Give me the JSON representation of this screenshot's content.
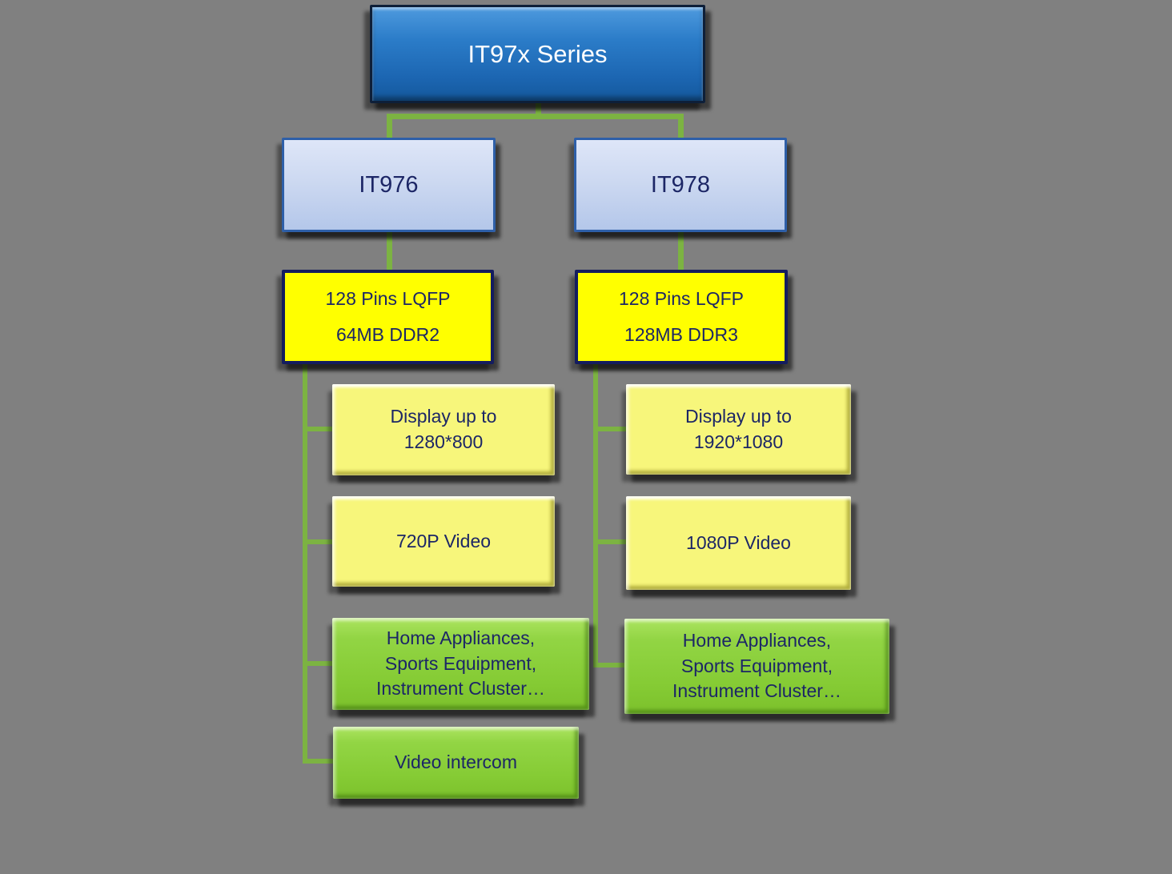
{
  "canvas": {
    "background": "#808080"
  },
  "colors": {
    "connector_green": "#7CB342",
    "root_fill": "#2B7CC8",
    "model_fill": "#C8D6F0",
    "model_border": "#2E5FA8",
    "package_fill": "#FFFF00",
    "package_border": "#141D5E",
    "feature_yellow_fill": "#F7F67B",
    "feature_green_fill": "#8FD342",
    "navy_text": "#1C2666",
    "root_text": "#FFFFFF"
  },
  "diagram": {
    "root": {
      "label": "IT97x Series"
    },
    "branches": [
      {
        "model": {
          "label": "IT976"
        },
        "package": {
          "lines": [
            "128 Pins LQFP",
            "64MB DDR2"
          ]
        },
        "features": [
          {
            "style": "yellow",
            "lines": [
              "Display up to",
              "1280*800"
            ]
          },
          {
            "style": "yellow",
            "lines": [
              "720P Video"
            ]
          },
          {
            "style": "green",
            "lines": [
              "Home Appliances,",
              "Sports Equipment,",
              "Instrument Cluster…"
            ]
          },
          {
            "style": "green",
            "lines": [
              "Video intercom"
            ]
          }
        ]
      },
      {
        "model": {
          "label": "IT978"
        },
        "package": {
          "lines": [
            "128 Pins LQFP",
            "128MB DDR3"
          ]
        },
        "features": [
          {
            "style": "yellow",
            "lines": [
              "Display up to",
              "1920*1080"
            ]
          },
          {
            "style": "yellow",
            "lines": [
              "1080P Video"
            ]
          },
          {
            "style": "green",
            "lines": [
              "Home Appliances,",
              "Sports Equipment,",
              "Instrument Cluster…"
            ]
          }
        ]
      }
    ]
  }
}
